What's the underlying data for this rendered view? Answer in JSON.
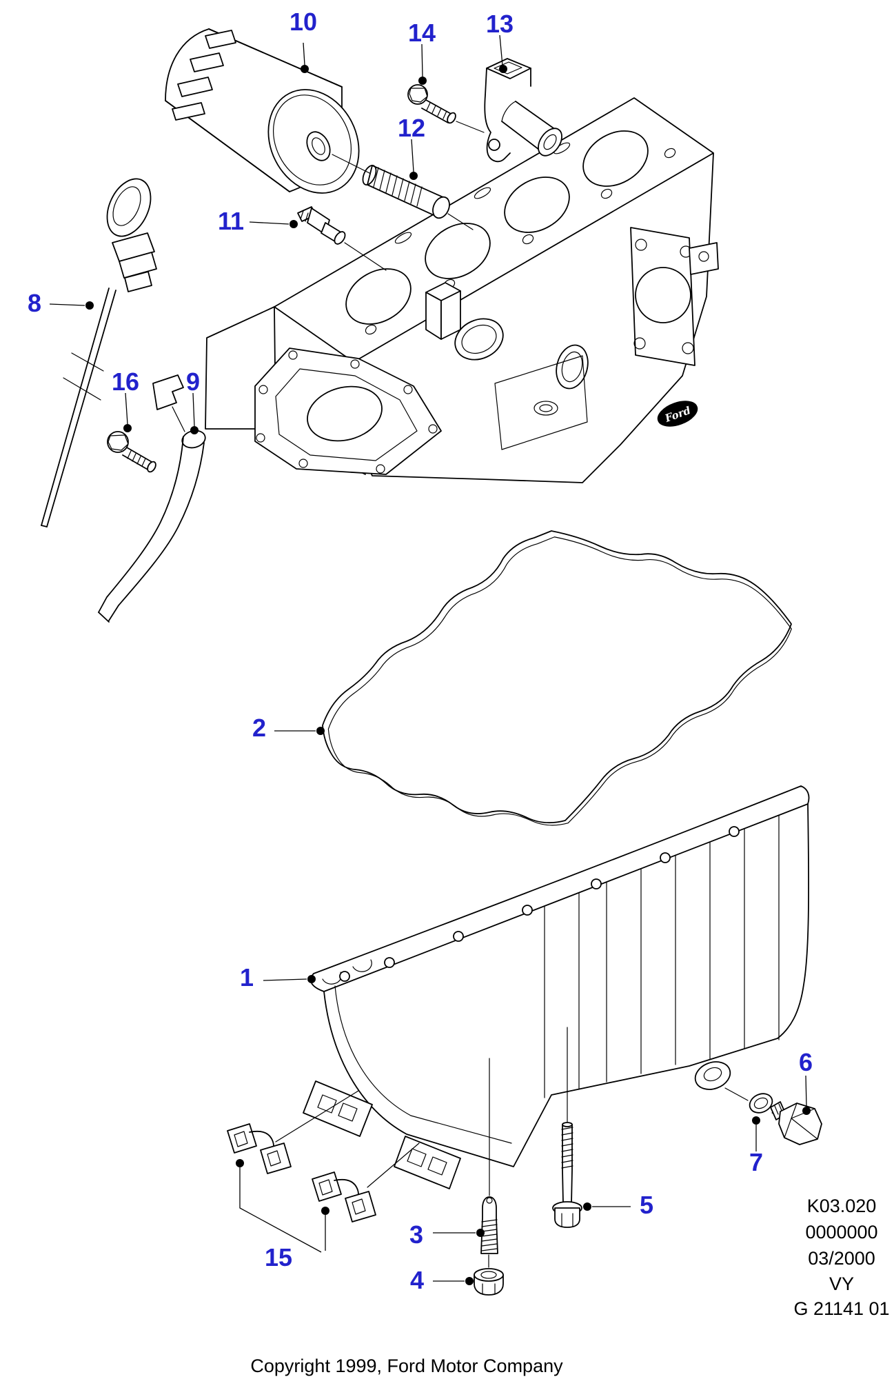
{
  "figure": {
    "type": "exploded-parts-diagram",
    "subject": "engine cylinder block, oil pan, gasket, dipstick and oil filter",
    "brand_logo_text": "Ford"
  },
  "callouts": [
    {
      "number": "1",
      "part": "oil-pan"
    },
    {
      "number": "2",
      "part": "oil-pan-gasket"
    },
    {
      "number": "3",
      "part": "stud"
    },
    {
      "number": "4",
      "part": "nut"
    },
    {
      "number": "5",
      "part": "oil-pan-bolt"
    },
    {
      "number": "6",
      "part": "oil-drain-plug"
    },
    {
      "number": "7",
      "part": "drain-plug-washer"
    },
    {
      "number": "8",
      "part": "oil-level-dipstick"
    },
    {
      "number": "9",
      "part": "dipstick-tube"
    },
    {
      "number": "10",
      "part": "oil-filter"
    },
    {
      "number": "11",
      "part": "oil-pressure-switch"
    },
    {
      "number": "12",
      "part": "oil-filter-adapter"
    },
    {
      "number": "13",
      "part": "crankshaft-position-sensor"
    },
    {
      "number": "14",
      "part": "sensor-bolt"
    },
    {
      "number": "15",
      "part": "retaining-clips"
    },
    {
      "number": "16",
      "part": "tube-mounting-bolt"
    }
  ],
  "reference_block": {
    "lines": [
      "K03.020",
      "0000000",
      "03/2000",
      "VY",
      "G 21141 01"
    ]
  },
  "footer": {
    "copyright": "Copyright 1999, Ford Motor Company"
  },
  "colors": {
    "callout_blue": "#2222cc",
    "line_black": "#000000",
    "background": "#ffffff"
  }
}
